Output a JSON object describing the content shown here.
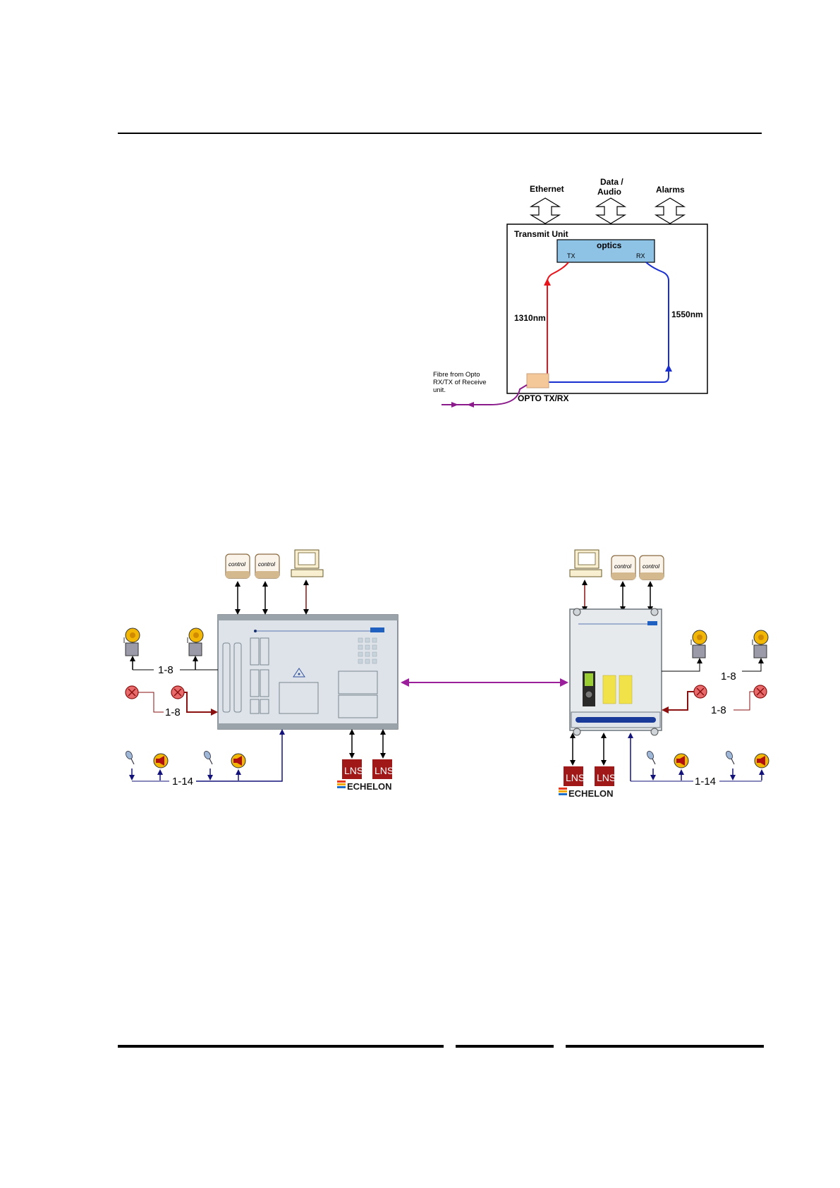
{
  "top_diagram": {
    "io_labels": {
      "ethernet": "Ethernet",
      "data_audio_1": "Data /",
      "data_audio_2": "Audio",
      "alarms": "Alarms"
    },
    "unit_title": "Transmit Unit",
    "optics": {
      "label": "optics",
      "tx": "TX",
      "rx": "RX"
    },
    "wavelength_left": "1310nm",
    "wavelength_right": "1550nm",
    "fibre_note": [
      "Fibre from Opto",
      "RX/TX of Receive",
      "unit."
    ],
    "opto_label": "OPTO TX/RX",
    "colors": {
      "tx_line": "#e8141c",
      "rx_line": "#1a2fd0",
      "fibre": "#8b1a8b",
      "optics_box": "#8ec3e6",
      "opto_box": "#f5c89a"
    }
  },
  "bottom_diagram": {
    "control_label": "control",
    "left_range_bell": "1-8",
    "left_range_alarm": "1-8",
    "left_range_audio": "1-14",
    "right_range_bell": "1-8",
    "right_range_alarm": "1-8",
    "right_range_audio": "1-14",
    "lns_label": "LNS",
    "echelon_label": "ECHELON",
    "colors": {
      "link": "#9b1f9b",
      "alarm_arrow": "#8b1010",
      "audio_arrow": "#12127a",
      "lns": "#a01818"
    }
  }
}
